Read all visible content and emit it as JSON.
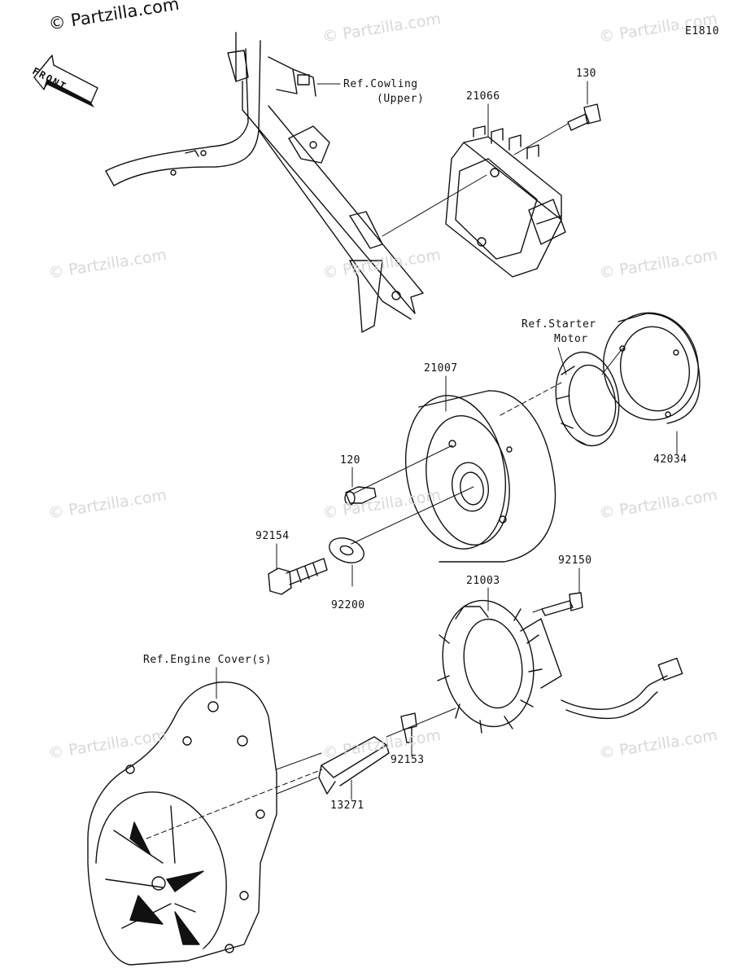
{
  "watermark_main": "© Partzilla.com",
  "watermark": "© Partzilla.com",
  "diagram_code": "E1810",
  "front_label": "FRONT",
  "parts": {
    "p130": "130",
    "p21066": "21066",
    "p21007": "21007",
    "p42034": "42034",
    "p120": "120",
    "p92154": "92154",
    "p92200": "92200",
    "p92150": "92150",
    "p21003": "21003",
    "p92153": "92153",
    "p13271": "13271"
  },
  "refs": {
    "cowling_line1": "Ref.Cowling",
    "cowling_line2": "(Upper)",
    "starter_line1": "Ref.Starter",
    "starter_line2": "Motor",
    "engine_cover": "Ref.Engine Cover(s)"
  }
}
